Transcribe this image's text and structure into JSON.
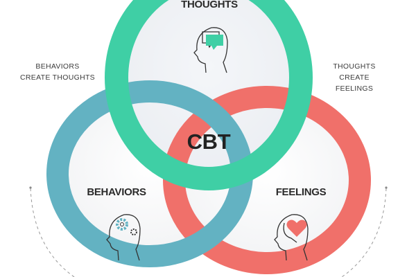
{
  "title": "CBT",
  "circles": [
    {
      "label": "THOUGHTS",
      "icon": "head-speech-bubble-icon",
      "color": "#3fcfa5"
    },
    {
      "label": "BEHAVIORS",
      "icon": "head-gears-icon",
      "color": "#63b2c2"
    },
    {
      "label": "FEELINGS",
      "icon": "head-heart-icon",
      "color": "#f0706a"
    }
  ],
  "relations": {
    "left": [
      "BEHAVIORS",
      "CREATE THOUGHTS"
    ],
    "right": [
      "THOUGHTS",
      "CREATE FEELINGS"
    ]
  }
}
